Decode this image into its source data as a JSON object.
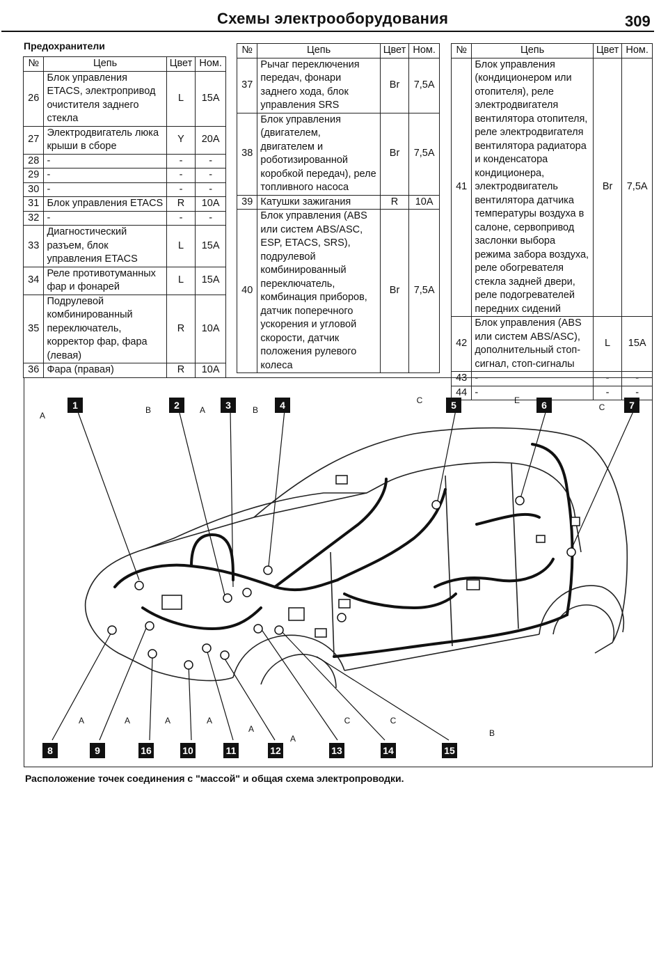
{
  "header": {
    "title": "Схемы электрооборудования",
    "page_number": "309"
  },
  "section_title": "Предохранители",
  "columns": {
    "num": "№",
    "circuit": "Цепь",
    "color": "Цвет",
    "rating": "Ном."
  },
  "table1": [
    {
      "num": "26",
      "circuit": "Блок управления ETACS, электропривод очистителя заднего стекла",
      "color": "L",
      "rating": "15A"
    },
    {
      "num": "27",
      "circuit": "Электродвигатель люка крыши в сборе",
      "color": "Y",
      "rating": "20A"
    },
    {
      "num": "28",
      "circuit": "-",
      "color": "-",
      "rating": "-"
    },
    {
      "num": "29",
      "circuit": "-",
      "color": "-",
      "rating": "-"
    },
    {
      "num": "30",
      "circuit": "-",
      "color": "-",
      "rating": "-"
    },
    {
      "num": "31",
      "circuit": "Блок управления ETACS",
      "color": "R",
      "rating": "10A"
    },
    {
      "num": "32",
      "circuit": "-",
      "color": "-",
      "rating": "-"
    },
    {
      "num": "33",
      "circuit": "Диагностический разъем, блок управления ETACS",
      "color": "L",
      "rating": "15A"
    },
    {
      "num": "34",
      "circuit": "Реле противотуманных фар и фонарей",
      "color": "L",
      "rating": "15A"
    },
    {
      "num": "35",
      "circuit": "Подрулевой комбинированный переключатель, корректор фар, фара (левая)",
      "color": "R",
      "rating": "10A"
    },
    {
      "num": "36",
      "circuit": "Фара (правая)",
      "color": "R",
      "rating": "10A"
    }
  ],
  "table2": [
    {
      "num": "37",
      "circuit": "Рычаг переключения передач, фонари заднего хода, блок управления SRS",
      "color": "Br",
      "rating": "7,5A"
    },
    {
      "num": "38",
      "circuit": "Блок управления (двигателем, двигателем и роботизированной коробкой передач), реле топливного насоса",
      "color": "Br",
      "rating": "7,5A"
    },
    {
      "num": "39",
      "circuit": "Катушки зажигания",
      "color": "R",
      "rating": "10A"
    },
    {
      "num": "40",
      "circuit": "Блок управления (ABS или систем ABS/ASC, ESP, ETACS, SRS), подрулевой комбинированный переключатель, комбинация приборов, датчик поперечного ускорения и угловой скорости, датчик положения рулевого колеса",
      "color": "Br",
      "rating": "7,5A"
    }
  ],
  "table3": [
    {
      "num": "41",
      "circuit": "Блок управления (кондиционером или отопителя), реле электродвигателя вентилятора отопителя, реле электродвигателя вентилятора радиатора и конденсатора кондиционера, электродвигатель вентилятора датчика температуры воздуха в салоне, сервопривод заслонки выбора режима забора воздуха, реле обогревателя стекла задней двери, реле подогревателей передних сидений",
      "color": "Br",
      "rating": "7,5A"
    },
    {
      "num": "42",
      "circuit": "Блок управления (ABS или систем ABS/ASC), дополнительный стоп-сигнал, стоп-сигналы",
      "color": "L",
      "rating": "15A"
    },
    {
      "num": "43",
      "circuit": "-",
      "color": "-",
      "rating": "-"
    },
    {
      "num": "44",
      "circuit": "-",
      "color": "-",
      "rating": "-"
    }
  ],
  "diagram": {
    "callouts_top": [
      {
        "num": "1",
        "letter": "A"
      },
      {
        "num": "2",
        "letter": "B"
      },
      {
        "num": "3",
        "letter": "A"
      },
      {
        "num": "4",
        "letter": "B"
      },
      {
        "num": "5",
        "letter": "C"
      },
      {
        "num": "6",
        "letter": "E"
      },
      {
        "num": "7",
        "letter": "C"
      }
    ],
    "callouts_bottom": [
      {
        "num": "8",
        "letter": "A"
      },
      {
        "num": "9",
        "letter": "A"
      },
      {
        "num": "16",
        "letter": "A"
      },
      {
        "num": "10",
        "letter": "A"
      },
      {
        "num": "11",
        "letter": "A"
      },
      {
        "num": "12",
        "letter": "A"
      },
      {
        "num": "13",
        "letter": "C"
      },
      {
        "num": "14",
        "letter": "C"
      },
      {
        "num": "15",
        "letter": "B"
      }
    ]
  },
  "caption": "Расположение точек соединения с \"массой\" и общая схема электропроводки."
}
